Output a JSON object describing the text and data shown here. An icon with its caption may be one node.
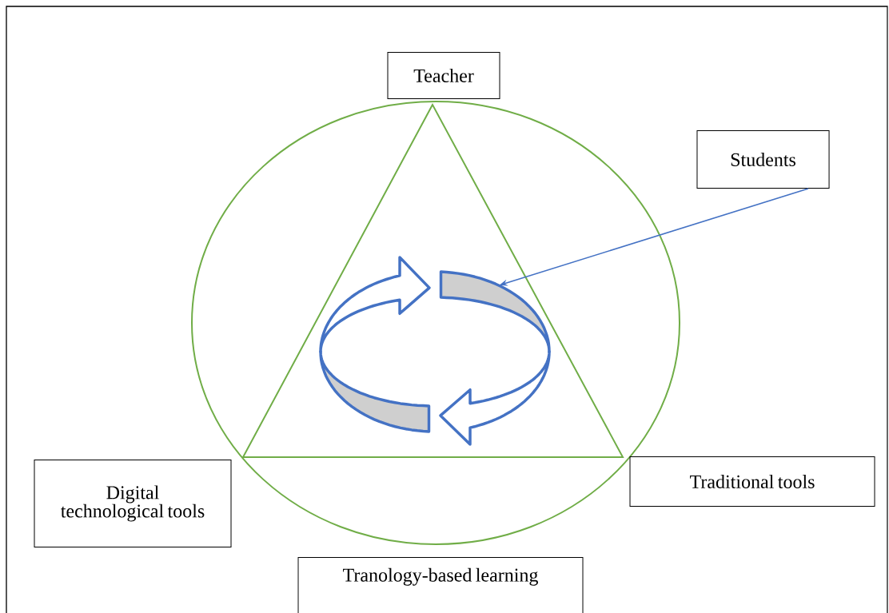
{
  "diagram": {
    "nodes": [
      {
        "text": [
          "Teacher"
        ]
      },
      {
        "text": [
          "Students"
        ]
      },
      {
        "text": [
          "Digital technological tools"
        ]
      },
      {
        "text": [
          "Traditional tools"
        ]
      },
      {
        "text": [
          "Tranology-based learning"
        ]
      },
      {
        "text": [],
        "shape": "picture"
      }
    ],
    "edges": [
      {
        "from": 1,
        "to": 5,
        "arrow": "to"
      }
    ]
  }
}
